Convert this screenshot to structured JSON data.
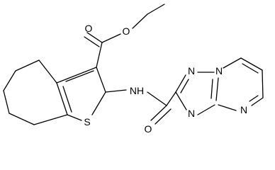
{
  "molecule": {
    "atom_labels": {
      "ester_o1": "O",
      "ester_o2": "O",
      "ring_s": "S",
      "amide_nh": "NH",
      "amide_o": "O",
      "triazole_n1": "N",
      "triazole_n2": "N",
      "triazole_n3": "N",
      "pyrimidine_n": "N"
    }
  },
  "colors": {
    "bonds": "#000000",
    "background": "#ffffff"
  }
}
